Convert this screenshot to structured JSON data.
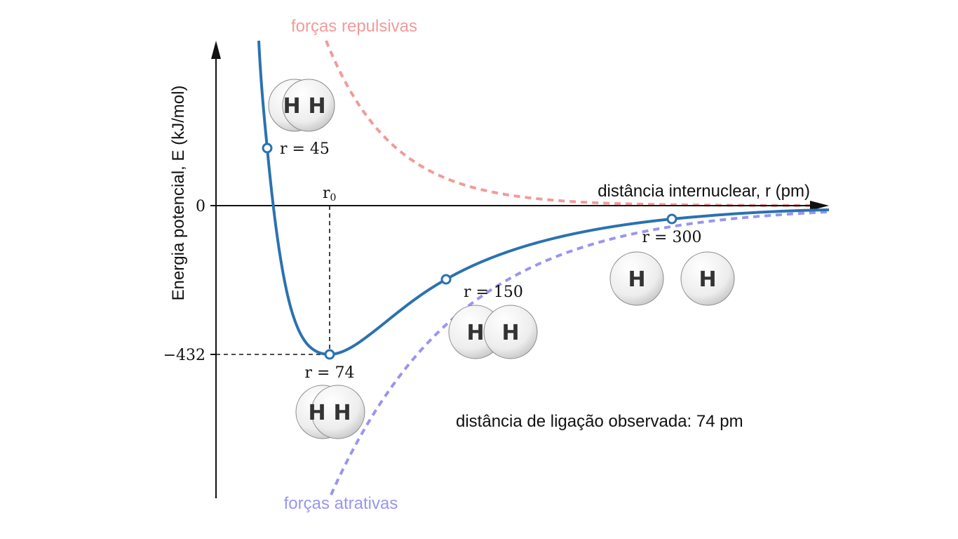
{
  "colors": {
    "curve": "#2b72b0",
    "repulsive": "#f29a9a",
    "attractive": "#9a95ef",
    "axis": "#111111",
    "text": "#111111",
    "atom_fill": "#ececec"
  },
  "chart_data": {
    "type": "line",
    "title": "",
    "xlabel": "distância internuclear, r (pm)",
    "ylabel": "Energia potencial, E (kJ/mol)",
    "y_ticks": [
      "0",
      "−432"
    ],
    "r0_label": "r",
    "r0_sub": "0",
    "series": [
      {
        "name": "",
        "role": "potential energy curve"
      },
      {
        "name": "forças repulsivas",
        "style": "dashed"
      },
      {
        "name": "forças atrativas",
        "style": "dashed"
      }
    ],
    "points": [
      {
        "r": 45,
        "label": "r = 45",
        "atoms": "H H",
        "configuration": "overlapping"
      },
      {
        "r": 74,
        "energy": -432,
        "label": "r = 74",
        "atoms": "H H",
        "configuration": "bonded"
      },
      {
        "r": 150,
        "label": "r = 150",
        "atoms": "H H",
        "configuration": "touching"
      },
      {
        "r": 300,
        "label": "r = 300",
        "atoms": "H H",
        "configuration": "separated"
      }
    ],
    "annotation": "distância de ligação observada: 74 pm",
    "atom_symbol": "H"
  }
}
